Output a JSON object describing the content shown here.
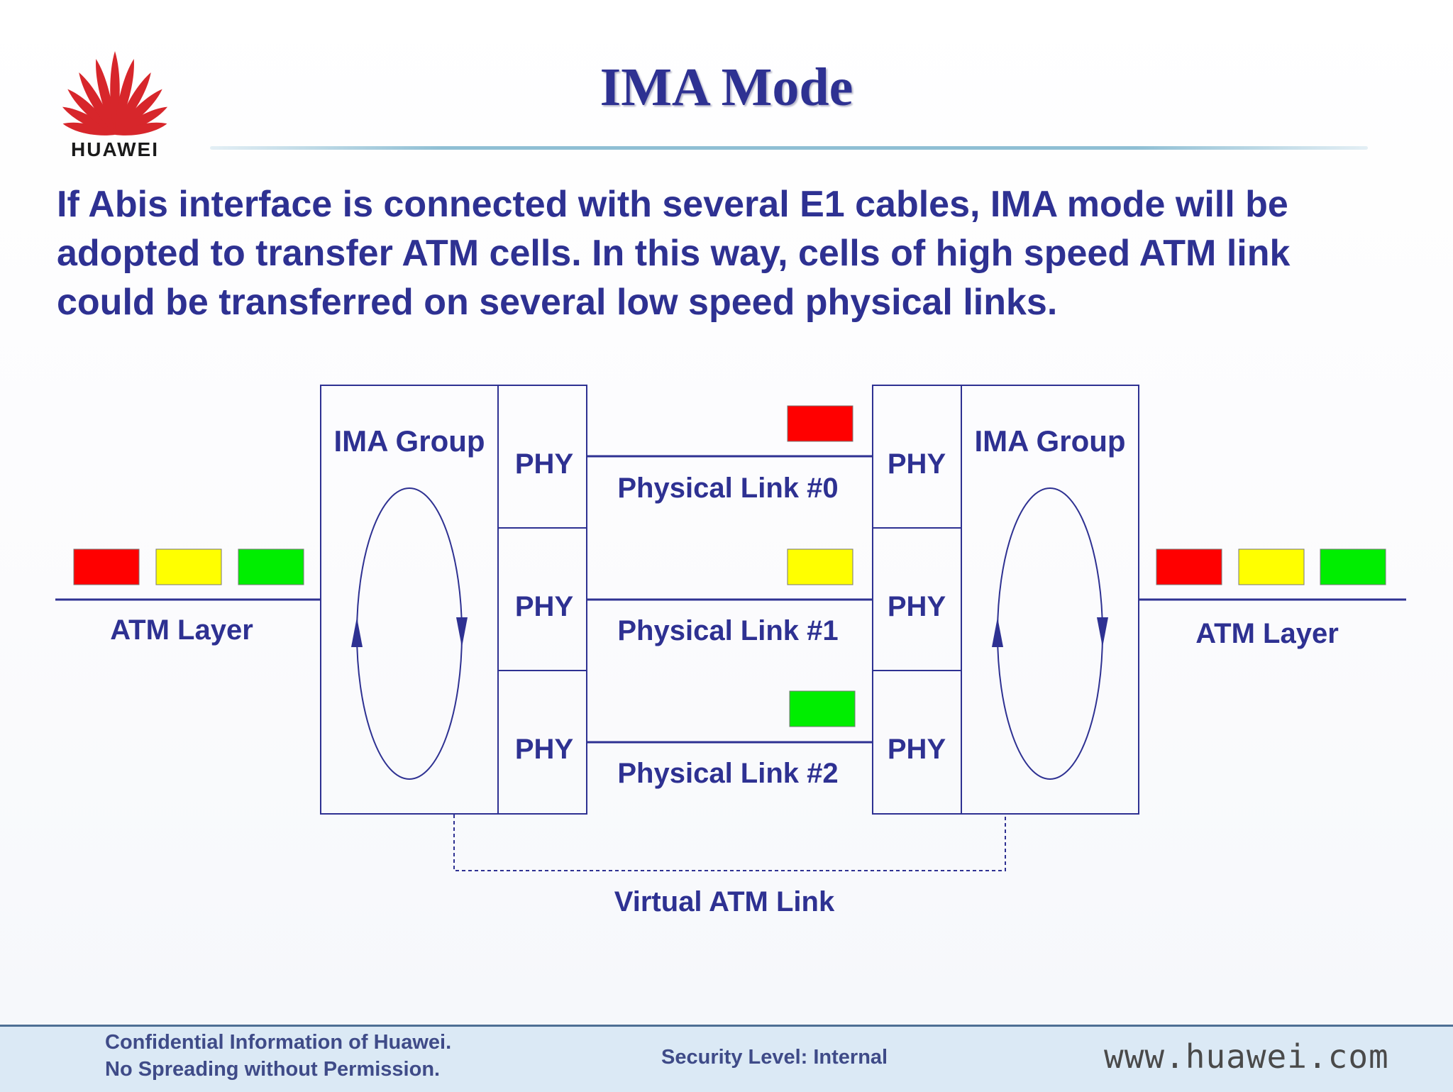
{
  "header": {
    "logo_text": "HUAWEI",
    "title": "IMA Mode"
  },
  "content": {
    "paragraph_lines": [
      "If Abis interface is connected with several E1 cables, IMA mode will be",
      "adopted to transfer ATM cells. In this way, cells of high speed ATM link",
      "could be  transferred on several low speed physical links."
    ]
  },
  "diagram": {
    "left": {
      "group_label": "IMA Group",
      "phy_labels": [
        "PHY",
        "PHY",
        "PHY"
      ],
      "layer_label": "ATM Layer",
      "cell_colors": [
        "#ff0000",
        "#ffff00",
        "#00ee00"
      ]
    },
    "right": {
      "group_label": "IMA Group",
      "phy_labels": [
        "PHY",
        "PHY",
        "PHY"
      ],
      "layer_label": "ATM Layer",
      "cell_colors": [
        "#ff0000",
        "#ffff00",
        "#00ee00"
      ]
    },
    "links": [
      {
        "label": "Physical Link #0",
        "cell_color": "#ff0000"
      },
      {
        "label": "Physical Link #1",
        "cell_color": "#ffff00"
      },
      {
        "label": "Physical Link #2",
        "cell_color": "#00ee00"
      }
    ],
    "virtual_link_label": "Virtual ATM Link"
  },
  "footer": {
    "confidential_line1": "Confidential Information of Huawei.",
    "confidential_line2": "No Spreading without Permission.",
    "security": "Security Level: Internal",
    "website": "www.huawei.com"
  },
  "colors": {
    "text_primary": "#2e3192",
    "line": "#2e3192",
    "logo_red": "#d7262b"
  }
}
